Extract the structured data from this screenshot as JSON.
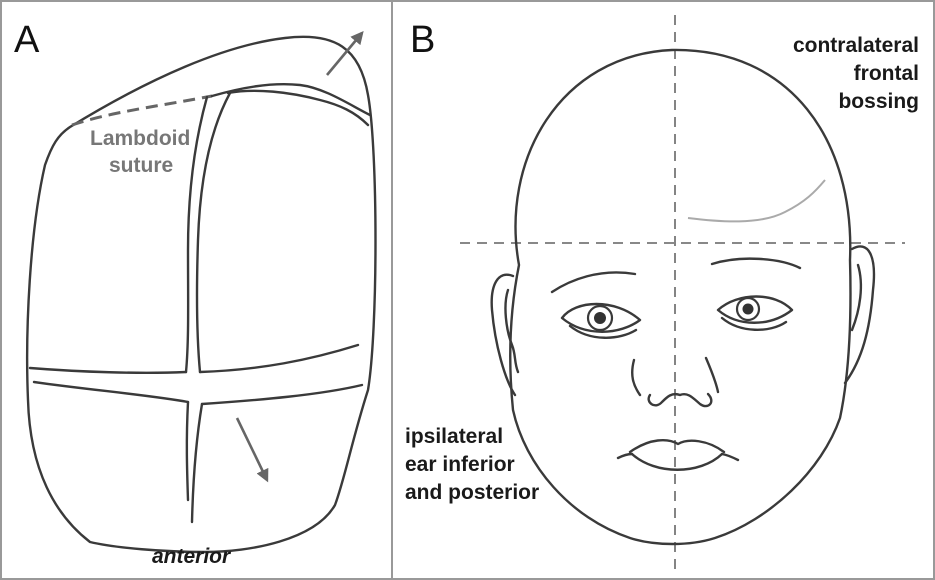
{
  "panel_a": {
    "letter": "A",
    "suture_label": [
      "Lambdoid",
      "suture"
    ],
    "orientation_label": "anterior"
  },
  "panel_b": {
    "letter": "B",
    "frontal_label": [
      "contralateral",
      "frontal",
      "bossing"
    ],
    "ear_label": [
      "ipsilateral",
      "ear inferior",
      "and posterior"
    ]
  },
  "colors": {
    "border": "#999999",
    "line": "#3a3a3a",
    "guide": "#777777",
    "arrow": "#666666",
    "suture_label": "#777777"
  }
}
